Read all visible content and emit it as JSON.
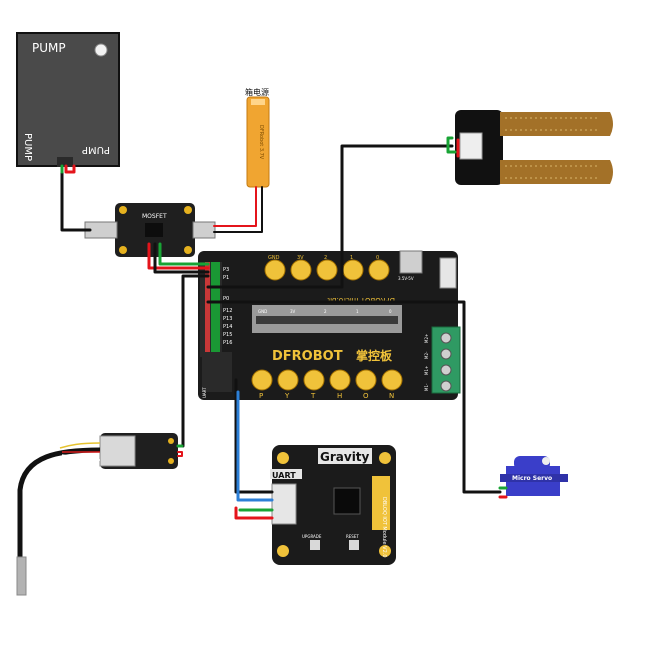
{
  "pump": {
    "label": "PUMP",
    "side_left": "PUMP",
    "side_right": "PUMP"
  },
  "battery": {
    "label": "箱电源",
    "body_text": "DFRobot 3.7V"
  },
  "mosfet": {
    "label": "MOSFET"
  },
  "soil_sensor": {
    "label": ""
  },
  "board": {
    "brand": "DFROBOT",
    "brand_top": "DFROBOT micro:bit",
    "cn_name": "掌控板",
    "top_pins": [
      "GND",
      "3V",
      "2",
      "1",
      "0"
    ],
    "python_letters": [
      "P",
      "Y",
      "T",
      "H",
      "O",
      "N"
    ],
    "left_pins": [
      "P3",
      "P1",
      "P0",
      "P12",
      "P13",
      "P14",
      "P15",
      "P16"
    ],
    "slot_labels": [
      "GND",
      "3V",
      "2",
      "1",
      "0"
    ],
    "motor_labels": [
      "M2+",
      "M2-",
      "M1+",
      "M1-"
    ],
    "power_label": "3.5V-5V",
    "uart_label": "UART"
  },
  "dfplayer": {
    "title": "Gravity",
    "uart_label": "UART",
    "module_name": "DBLOQ IOT Module V2.0",
    "btn_left": "UPGRADE",
    "btn_right": "RESET"
  },
  "servo": {
    "label": "Micro Servo"
  },
  "temp_sensor": {
    "label": ""
  },
  "colors": {
    "red": "#e4141b",
    "black": "#111111",
    "green": "#18a435",
    "blue": "#2c7fd6",
    "board_black": "#1b1b1b",
    "board_gold": "#e6a31a"
  }
}
